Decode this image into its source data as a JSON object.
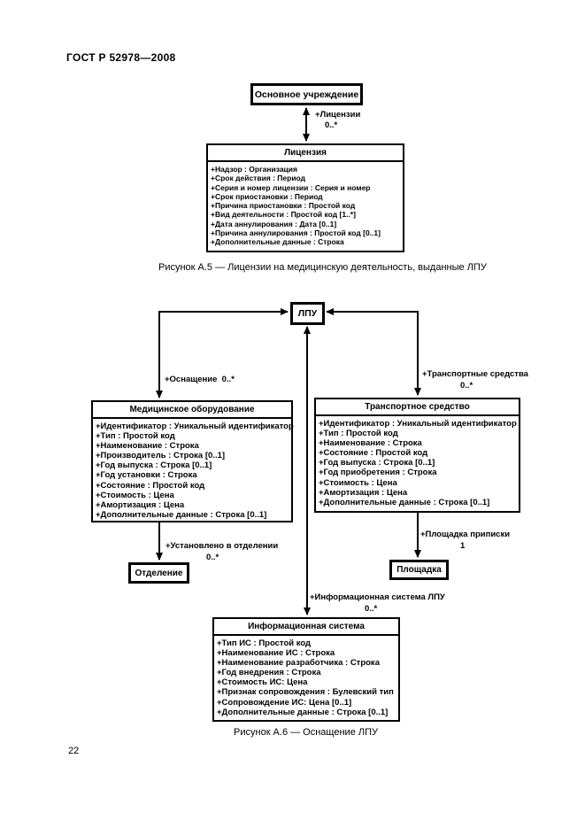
{
  "header": {
    "title": "ГОСТ Р 52978—2008"
  },
  "footer": {
    "page_number": "22"
  },
  "figure_a5": {
    "caption": "Рисунок А.5 — Лицензии на медицинскую деятельность, выданные ЛПУ",
    "root_node": "Основное учреждение",
    "edge": {
      "role": "+Лицензии",
      "multiplicity": "0..*"
    },
    "license": {
      "title": "Лицензия",
      "attributes": [
        "+Надзор : Организация",
        "+Срок действия : Период",
        "+Серия и номер лицензии : Серия и номер",
        "+Срок приостановки : Период",
        "+Причина приостановки : Простой код",
        "+Вид деятельности : Простой код [1..*]",
        "+Дата аннулирования : Дата [0..1]",
        "+Причина аннулирования : Простой код [0..1]",
        "+Дополнительные данные : Строка"
      ]
    }
  },
  "figure_a6": {
    "caption": "Рисунок А.6 — Оснащение ЛПУ",
    "root_node": "ЛПУ",
    "edges": {
      "equipment_role": "+Оснащение  0..*",
      "transport_role": "+Транспортные средства",
      "transport_mult": "0..*",
      "department_role": "+Установлено в отделении",
      "department_mult": "0..*",
      "site_role": "+Площадка приписки",
      "site_mult": "1",
      "infosystem_role": "+Информационная система ЛПУ",
      "infosystem_mult": "0..*"
    },
    "medical_equipment": {
      "title": "Медицинское оборудование",
      "attributes": [
        "+Идентификатор : Уникальный идентификатор",
        "+Тип : Простой код",
        "+Наименование : Строка",
        "+Производитель : Строка [0..1]",
        "+Год выпуска : Строка [0..1]",
        "+Год установки : Строка",
        "+Состояние : Простой код",
        "+Стоимость : Цена",
        "+Амортизация : Цена",
        "+Дополнительные данные : Строка [0..1]"
      ]
    },
    "transport": {
      "title": "Транспортное средство",
      "attributes": [
        "+Идентификатор : Уникальный идентификатор",
        "+Тип : Простой код",
        "+Наименование : Строка",
        "+Состояние : Простой код",
        "+Год выпуска : Строка [0..1]",
        "+Год приобретения : Строка",
        "+Стоимость : Цена",
        "+Амортизация : Цена",
        "+Дополнительные данные : Строка [0..1]"
      ]
    },
    "info_system": {
      "title": "Информационная система",
      "attributes": [
        "+Тип ИС : Простой код",
        "+Наименование ИС : Строка",
        "+Наименование разработчика : Строка",
        "+Год внедрения : Строка",
        "+Стоимость ИС: Цена",
        "+Признак сопровождения : Булевский тип",
        "+Сопровождение ИС: Цена [0..1]",
        "+Дополнительные данные : Строка [0..1]"
      ]
    },
    "department_node": "Отделение",
    "site_node": "Площадка"
  }
}
